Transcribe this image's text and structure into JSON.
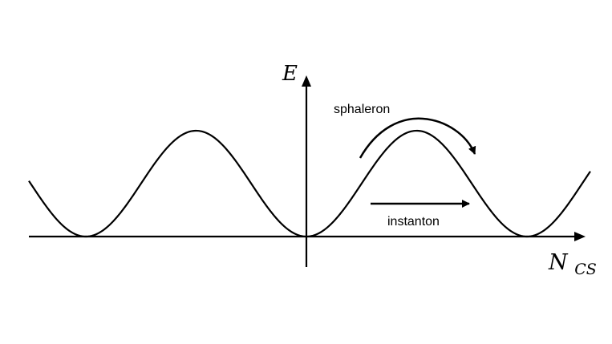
{
  "diagram": {
    "y_axis_label": "E",
    "x_axis_label": {
      "main": "N",
      "subscript": "CS"
    },
    "annotations": {
      "sphaleron": "sphaleron",
      "instanton": "instanton"
    },
    "colors": {
      "stroke": "#000000",
      "background": "#ffffff"
    }
  }
}
